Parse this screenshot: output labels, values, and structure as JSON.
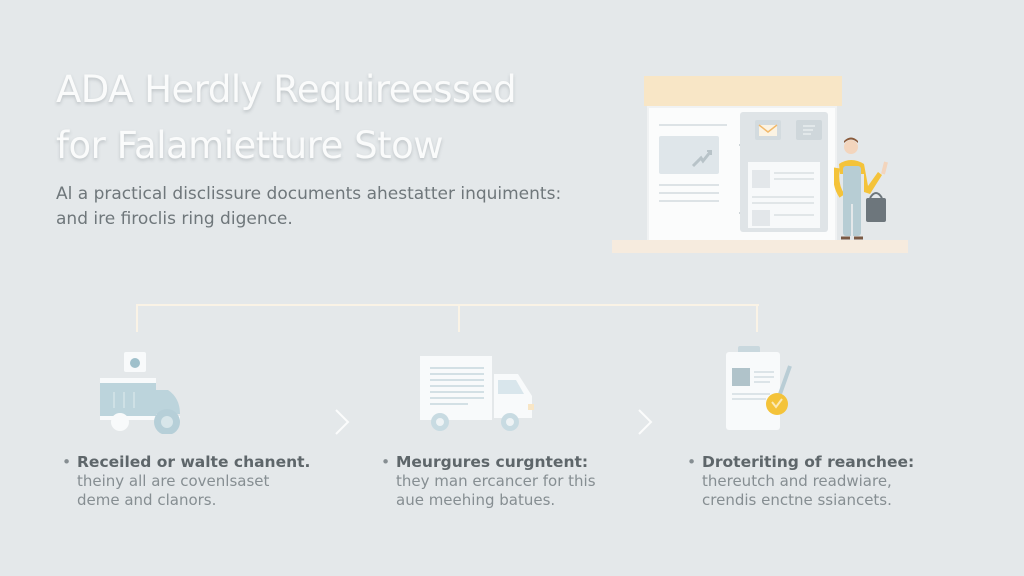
{
  "hero": {
    "title_line1": "ADA Herdly Requireessed",
    "title_line2": "for Falamietture Stow",
    "subtitle_line1": "Al a practical disclissure documents ahestatter inquiments:",
    "subtitle_line2": "and ire firoclis ring digence."
  },
  "illustration": {
    "description": "storefront board with documents and a waving worker in overalls holding a bag",
    "icons": [
      "chart-up-icon",
      "envelope-icon",
      "checklist-icon",
      "document-icon",
      "person-icon",
      "bag-icon"
    ]
  },
  "flow": {
    "connector_color": "#faf3e6",
    "steps": [
      {
        "icon": "delivery-truck-icon",
        "heading": "Receiled or walte chanent.",
        "body_line1": "theiny all are covenlsaset",
        "body_line2": "deme and clanors."
      },
      {
        "icon": "document-truck-icon",
        "heading": "Meurgures curgntent:",
        "body_line1": "they man ercancer for this",
        "body_line2": "aue meehing batues."
      },
      {
        "icon": "clipboard-badge-icon",
        "heading": "Droteriting of reanchee:",
        "body_line1": "thereutch and readwiare,",
        "body_line2": "crendis enctne ssiancets."
      }
    ],
    "separators": [
      "chevron-right-icon",
      "chevron-right-icon"
    ]
  },
  "colors": {
    "background": "#e4e8ea",
    "title": "#fafbfb",
    "body_text": "#6f777b",
    "accent_yellow": "#f4c33a",
    "accent_blue": "#b9d3dc",
    "awning": "#f8e6c6"
  }
}
